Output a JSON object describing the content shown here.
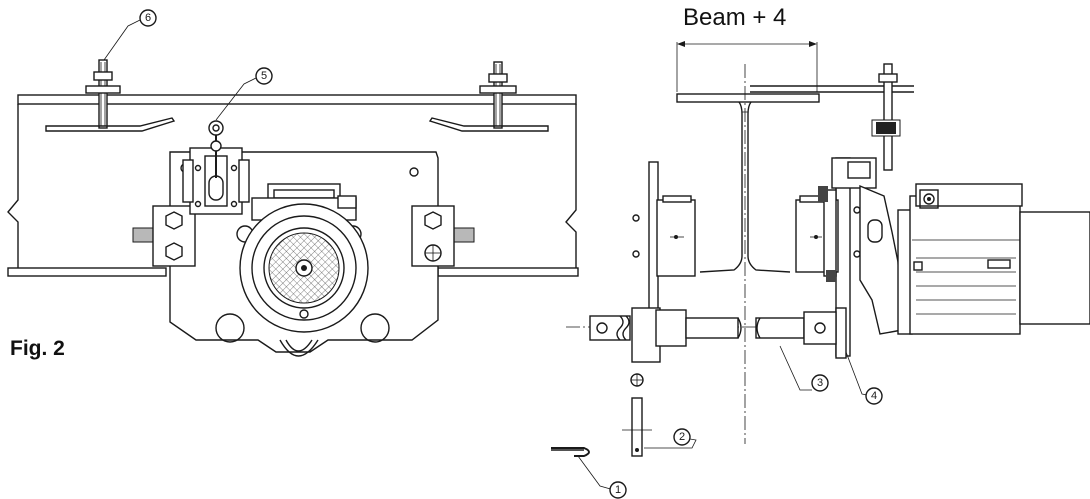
{
  "figure": {
    "label": "Fig. 2",
    "dimension_label": "Beam + 4"
  },
  "callouts": {
    "c1": "1",
    "c2": "2",
    "c3": "3",
    "c4": "4",
    "c5": "5",
    "c6": "6"
  }
}
